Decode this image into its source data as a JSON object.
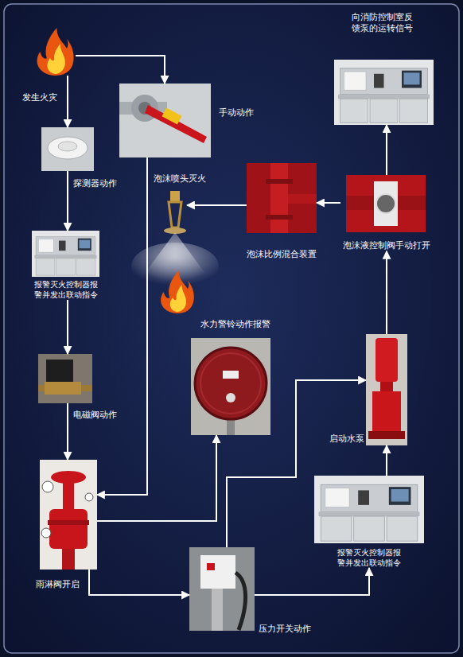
{
  "diagram": {
    "nodes": [
      {
        "text": [
          "发生火灾"
        ]
      },
      {
        "text": [
          "探测器动作"
        ]
      },
      {
        "text": [
          "报警灭火控制器报 警并发出联动指令"
        ]
      },
      {
        "text": [
          "电磁阀动作"
        ]
      },
      {
        "text": [
          "雨淋阀开启"
        ]
      },
      {
        "text": [
          "手动动作"
        ]
      },
      {
        "text": [
          "泡沫喷头灭火"
        ]
      },
      {
        "text": [
          "水力警铃动作报警"
        ]
      },
      {
        "text": [
          "压力开关动作"
        ]
      },
      {
        "text": [
          "报警灭火控制器报 警并发出联动指令"
        ]
      },
      {
        "text": [
          "启动水泵"
        ]
      },
      {
        "text": [
          "泡沫液控制阀手动打开"
        ]
      },
      {
        "text": [
          "泡沫比例混合装置"
        ]
      },
      {
        "text": [
          "向消防控制室反 馈泵的运转信号"
        ]
      }
    ],
    "edges": [
      {
        "from": 0,
        "to": 1,
        "arrow": "to"
      },
      {
        "from": 0,
        "to": 5,
        "arrow": "to"
      },
      {
        "from": 1,
        "to": 2,
        "arrow": "to"
      },
      {
        "from": 2,
        "to": 3,
        "arrow": "to"
      },
      {
        "from": 3,
        "to": 4,
        "arrow": "to"
      },
      {
        "from": 5,
        "to": 4,
        "arrow": "to"
      },
      {
        "from": 4,
        "to": 7,
        "arrow": "to"
      },
      {
        "from": 4,
        "to": 8,
        "arrow": "to"
      },
      {
        "from": 8,
        "to": 9,
        "arrow": "to"
      },
      {
        "from": 8,
        "to": 10,
        "arrow": "to"
      },
      {
        "from": 9,
        "to": 10,
        "arrow": "to"
      },
      {
        "from": 10,
        "to": 11,
        "arrow": "to"
      },
      {
        "from": 11,
        "to": 13,
        "arrow": "to"
      },
      {
        "from": 11,
        "to": 12,
        "arrow": "to"
      },
      {
        "from": 12,
        "to": 6,
        "arrow": "to"
      }
    ]
  }
}
